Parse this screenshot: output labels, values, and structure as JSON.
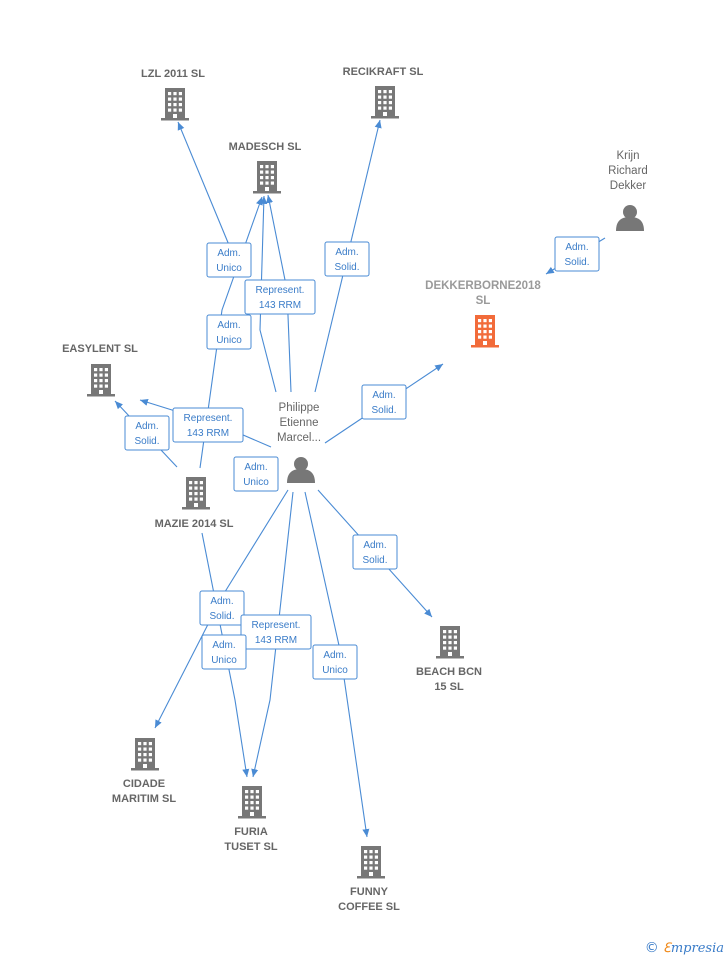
{
  "colors": {
    "edge": "#4a8bd4",
    "company": "#777777",
    "highlight": "#f26b3a",
    "person": "#777777"
  },
  "nodes": [
    {
      "id": "lzl",
      "kind": "company",
      "lines": [
        "LZL 2011 SL"
      ]
    },
    {
      "id": "recikraft",
      "kind": "company",
      "lines": [
        "RECIKRAFT  SL"
      ]
    },
    {
      "id": "madesch",
      "kind": "company",
      "lines": [
        "MADESCH  SL"
      ]
    },
    {
      "id": "krijn",
      "kind": "person",
      "lines": [
        "Krijn",
        "Richard",
        "Dekker"
      ]
    },
    {
      "id": "dekkerborne",
      "kind": "company",
      "highlight": true,
      "lines": [
        "DEKKERBORNE2018",
        "SL"
      ]
    },
    {
      "id": "easylent",
      "kind": "company",
      "lines": [
        "EASYLENT  SL"
      ]
    },
    {
      "id": "philippe",
      "kind": "person",
      "lines": [
        "Philippe",
        "Etienne",
        "Marcel..."
      ]
    },
    {
      "id": "mazie",
      "kind": "company",
      "lines": [
        "MAZIE 2014  SL"
      ]
    },
    {
      "id": "beach",
      "kind": "company",
      "lines": [
        "BEACH BCN",
        "15 SL"
      ]
    },
    {
      "id": "cidade",
      "kind": "company",
      "lines": [
        "CIDADE",
        "MARITIM SL"
      ]
    },
    {
      "id": "furia",
      "kind": "company",
      "lines": [
        "FURIA",
        "TUSET  SL"
      ]
    },
    {
      "id": "funny",
      "kind": "company",
      "lines": [
        "FUNNY",
        "COFFEE SL"
      ]
    }
  ],
  "edges": [
    {
      "id": "e1",
      "lines": [
        "Adm.",
        "Unico"
      ]
    },
    {
      "id": "e2",
      "lines": [
        "Represent.",
        "143 RRM"
      ]
    },
    {
      "id": "e3",
      "lines": [
        "Adm.",
        "Solid."
      ]
    },
    {
      "id": "e4",
      "lines": [
        "Adm.",
        "Solid."
      ]
    },
    {
      "id": "e5",
      "lines": [
        "Adm.",
        "Unico"
      ]
    },
    {
      "id": "e6",
      "lines": [
        "Adm.",
        "Solid."
      ]
    },
    {
      "id": "e7",
      "lines": [
        "Represent.",
        "143 RRM"
      ]
    },
    {
      "id": "e8",
      "lines": [
        "Adm.",
        "Solid."
      ]
    },
    {
      "id": "e9",
      "lines": [
        "Adm.",
        "Unico"
      ]
    },
    {
      "id": "e10",
      "lines": [
        "Adm.",
        "Solid."
      ]
    },
    {
      "id": "e11",
      "lines": [
        "Adm.",
        "Solid."
      ]
    },
    {
      "id": "e12",
      "lines": [
        "Represent.",
        "143 RRM"
      ]
    },
    {
      "id": "e13",
      "lines": [
        "Adm.",
        "Unico"
      ]
    },
    {
      "id": "e14",
      "lines": [
        "Adm.",
        "Unico"
      ]
    }
  ],
  "watermark": {
    "symbol": "©",
    "first": "ℇ",
    "rest": "mpresia"
  }
}
